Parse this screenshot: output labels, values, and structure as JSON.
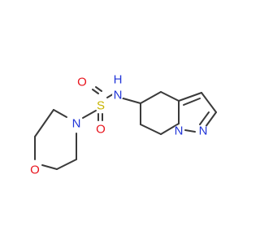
{
  "molecule": {
    "atoms": {
      "o_ring": {
        "label": "O",
        "color": "#e8141d"
      },
      "n_morpholine": {
        "label": "N",
        "color": "#2135d8"
      },
      "s_sulfonyl": {
        "label": "S",
        "color": "#c8b400"
      },
      "o_sulfonyl_top": {
        "label": "O",
        "color": "#e8141d"
      },
      "o_sulfonyl_bottom": {
        "label": "O",
        "color": "#e8141d"
      },
      "n_amide": {
        "label": "N",
        "color": "#2135d8"
      },
      "h_amide": {
        "label": "H",
        "color": "#2135d8"
      },
      "n_bridge": {
        "label": "N",
        "color": "#2135d8"
      },
      "n_pyrazole": {
        "label": "N",
        "color": "#2135d8"
      }
    },
    "bond_color": "#3a3a3a"
  }
}
